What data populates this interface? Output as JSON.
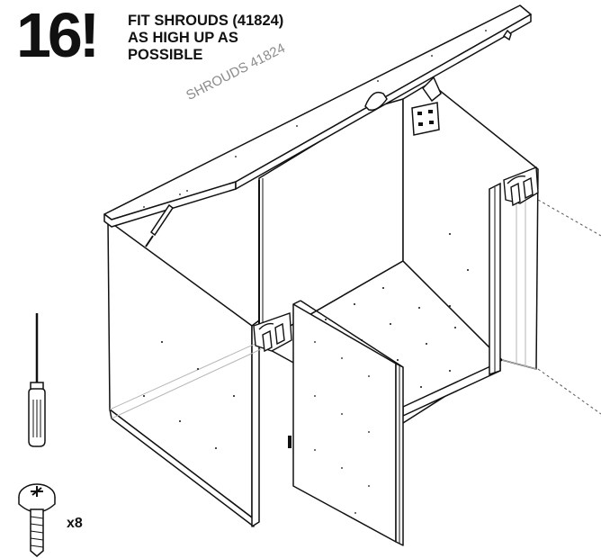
{
  "step": {
    "number": "16!",
    "instruction_lines": [
      "FIT SHROUDS (41824)",
      "AS HIGH UP AS",
      "POSSIBLE"
    ]
  },
  "callout": {
    "part_label": "SHROUDS 41824"
  },
  "tools": {
    "screw_quantity": "x8"
  },
  "colors": {
    "ink": "#111111",
    "callout_grey": "#8c8c8c",
    "ghost_grey": "#b5b5b5"
  },
  "icons": [
    "screwdriver-icon",
    "screw-icon",
    "shroud-bracket-icon"
  ]
}
